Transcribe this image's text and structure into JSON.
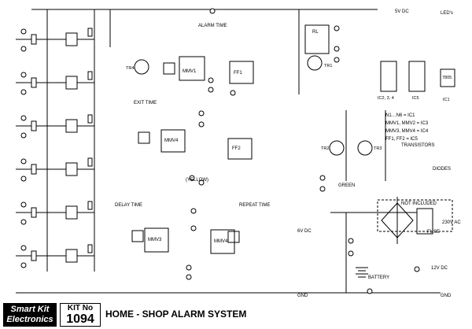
{
  "title": "HOME - SHOP ALARM SYSTEM",
  "kit_label": "KIT No",
  "kit_number": "1094",
  "brand_line1": "Smart Kit",
  "brand_line2": "Electronics",
  "supply_top": "5V DC",
  "labels": {
    "alarm_time": "ALARM TIME",
    "exit_time": "EXIT TIME",
    "delay_time": "DELAY TIME",
    "repeat_time": "REPEAT TIME",
    "leds": "LED's",
    "transistors": "TRANSISTORS",
    "diodes": "DIODES",
    "not_included": "NOT INCLUDED",
    "fuse": "FUSE",
    "ac": "230V AC",
    "battery": "BATTERY",
    "gnd": "GND",
    "v6dc": "6V DC",
    "v12dc": "12V DC",
    "green": "GREEN",
    "yellow": "(YELLOW)",
    "ic_legend": [
      "N1…N6 = IC1",
      "MMV1, MMV2 = IC3",
      "MMV3, MMV4 = IC4",
      "FF1, FF2 = IC5"
    ],
    "ic_pkg1": "IC2, 3, 4",
    "ic_pkg2": "IC5",
    "ic_pkg3": "IC1",
    "reg": "7805"
  }
}
